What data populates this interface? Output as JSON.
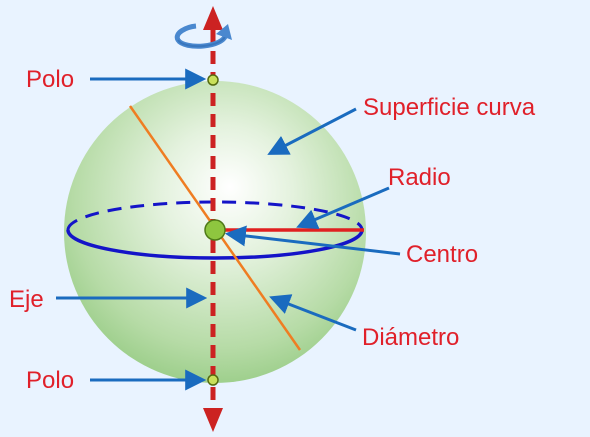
{
  "labels": {
    "pole_top": "Polo",
    "pole_bottom": "Polo",
    "surface": "Superficie curva",
    "radius": "Radio",
    "center": "Centro",
    "axis": "Eje",
    "diameter": "Diámetro"
  },
  "colors": {
    "background": "#e9f3ff",
    "label_text": "#e0202a",
    "pointer_arrow": "#1a6bbf",
    "axis_line": "#cc2222",
    "diameter_line": "#ef7d22",
    "equator": "#1414c8",
    "radius_line": "#e02020",
    "center_point": "#8ec63f",
    "rotation_arrow": "#4a88cf"
  }
}
